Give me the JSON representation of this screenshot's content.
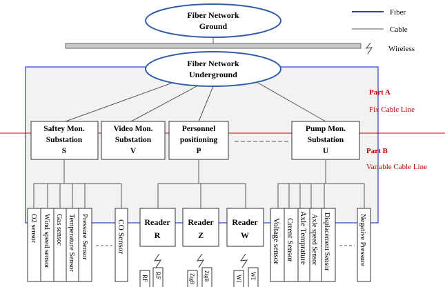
{
  "legend": {
    "fiber": "Fiber",
    "cable": "Cable",
    "wireless": "Wireless"
  },
  "networks": {
    "ground": [
      "Fiber Network",
      "Ground"
    ],
    "underground": [
      "Fiber Network",
      "Underground"
    ]
  },
  "parts": {
    "a_title": "Part A",
    "a_subtitle": "Fix Cable Line",
    "b_title": "Part B",
    "b_subtitle": "Variable Cable Line"
  },
  "substations": {
    "safety": [
      "Saftey Mon.",
      "Substation",
      "S"
    ],
    "video": [
      "Video Mon.",
      "Substation",
      "V"
    ],
    "personnel": [
      "Personnel",
      "positioning",
      "P"
    ],
    "pump": [
      "Pump Mon.",
      "Substation",
      "U"
    ]
  },
  "safety_sensors": [
    "O2 sensor",
    "Wind speed sensor",
    "Gas sensor",
    "Temperature Sensor",
    "Pressure Sensor"
  ],
  "co_sensor": "CO Sensor",
  "readers": [
    {
      "title": "Reader",
      "id": "R"
    },
    {
      "title": "Reader",
      "id": "Z"
    },
    {
      "title": "Reader",
      "id": "W"
    }
  ],
  "reader_devices": [
    [
      "RF",
      "RF"
    ],
    [
      "ZigB",
      "ZigB"
    ],
    [
      "WI",
      "WI"
    ]
  ],
  "pump_sensors": [
    "Voltage sensor",
    "Crrent Sensor",
    "Axle Temprature",
    "Axle speed Sensor",
    "Displacement Sensor"
  ],
  "negative_pressure": "Negative Pressure",
  "colors": {
    "fiber": "#2a3fbf",
    "part_text": "#c00000",
    "divider": "#c00000",
    "ellipse_border": "#2e5ea8",
    "panel_fill": "#f2f2f2"
  }
}
